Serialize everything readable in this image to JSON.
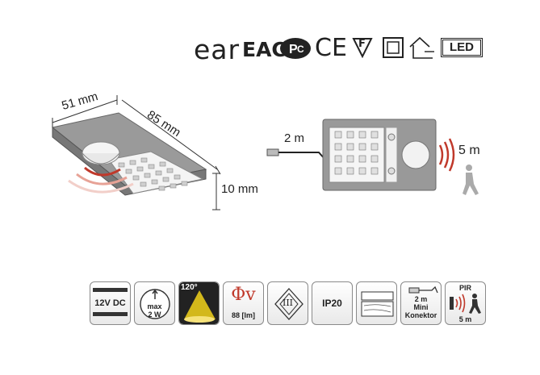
{
  "certifications": {
    "eac_mark": "ear",
    "eac_cyr": "EAC",
    "ce": "CE",
    "f_mark": "F",
    "led_badge": "LED",
    "icons": [
      "eac-logo-icon",
      "gost-r-icon",
      "ce-mark-icon",
      "f-mark-icon",
      "class-ii-icon",
      "installation-icon",
      "led-badge-icon"
    ]
  },
  "dimensions": {
    "width": "51 mm",
    "length": "85 mm",
    "height": "10 mm",
    "cable": "2 m",
    "pir_range": "5 m"
  },
  "spec_icons": {
    "voltage": "12V DC",
    "max_power_line1": "max",
    "max_power_line2": "2 W",
    "beam_angle": "120°",
    "flux_symbol": "Φv",
    "flux_value": "88 [lm]",
    "protection_class": "III",
    "ip_rating": "IP20",
    "connector_line1": "2 m",
    "connector_line2": "Mini",
    "connector_line3": "Konektor",
    "pir_label": "PIR",
    "pir_range": "5 m"
  },
  "colors": {
    "sensor_wave": "#c0392b",
    "beam_yellow": "#f2d21a",
    "housing": "#8c8c8c"
  }
}
